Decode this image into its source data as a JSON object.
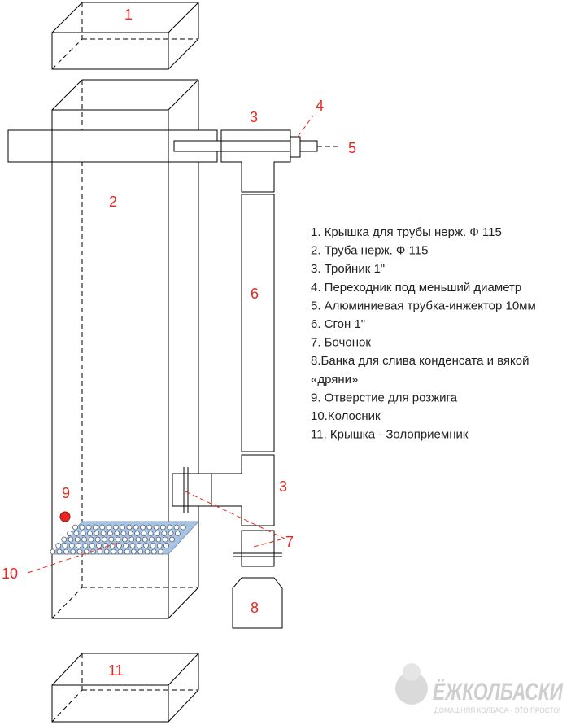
{
  "labels": {
    "n1": "1",
    "n2": "2",
    "n3a": "3",
    "n3b": "3",
    "n4": "4",
    "n5": "5",
    "n6": "6",
    "n7": "7",
    "n8": "8",
    "n9": "9",
    "n10": "10",
    "n11": "11"
  },
  "legend": [
    "1. Крышка для трубы нерж. Ф 115",
    "2. Труба нерж. Ф 115",
    "3. Тройник 1\"",
    "4. Переходник под меньший диаметр",
    "5. Алюминиевая трубка-инжектор 10мм",
    "6. Сгон 1\"",
    "7. Бочонок",
    "8.Банка для слива конденсата и вякой",
    "«дряни»",
    "9. Отверстие для розжига",
    "10.Колосник",
    "11. Крышка - Золоприемник"
  ],
  "watermark": {
    "brand": "ЁЖКОЛБАСКИ",
    "tagline": "ДОМАШНЯЯ КОЛБАСА - ЭТО ПРОСТО!"
  },
  "colors": {
    "accent": "#e8261f",
    "grate": "#a9c3e3",
    "watermark": "#c9c9c9"
  }
}
